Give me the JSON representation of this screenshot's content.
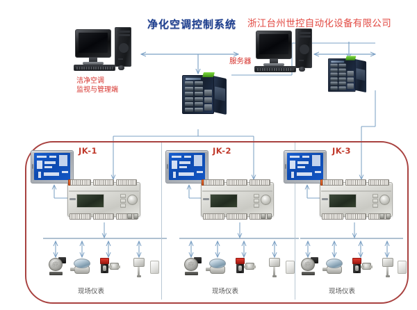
{
  "diagram": {
    "system_title": "净化空调控制系统",
    "company_title": "浙江台州世控自动化设备有限公司",
    "workstation_label_line1": "洁净空调",
    "workstation_label_line2": "监视与管理端",
    "server_label": "服务器",
    "controller_labels": [
      "JK-1",
      "JK-2",
      "JK-3"
    ],
    "field_instrument_labels": [
      "现场仪表",
      "现场仪表",
      "现场仪表"
    ],
    "colors": {
      "system_title": "#1d3f8f",
      "company_title": "#e24a43",
      "station_label": "#d6322c",
      "controller_label": "#c0392b",
      "field_label": "#555555",
      "red_zone_border": "#a8413f",
      "wire": "#7ba0c4",
      "bus": "#7e9bb5"
    },
    "icons": {
      "workstation": "desktop-computer-icon",
      "server": "server-computer-icon",
      "switch": "industrial-ethernet-switch-icon",
      "hmi": "hmi-touch-panel-icon",
      "controller": "ddc-controller-icon",
      "flow_sensor": "flow-sensor-icon",
      "pressure_gauge": "pressure-gauge-icon",
      "valve_actuator": "valve-actuator-icon",
      "duct_sensor": "duct-temperature-sensor-icon",
      "wall_sensor": "wall-mounted-sensor-icon"
    }
  }
}
